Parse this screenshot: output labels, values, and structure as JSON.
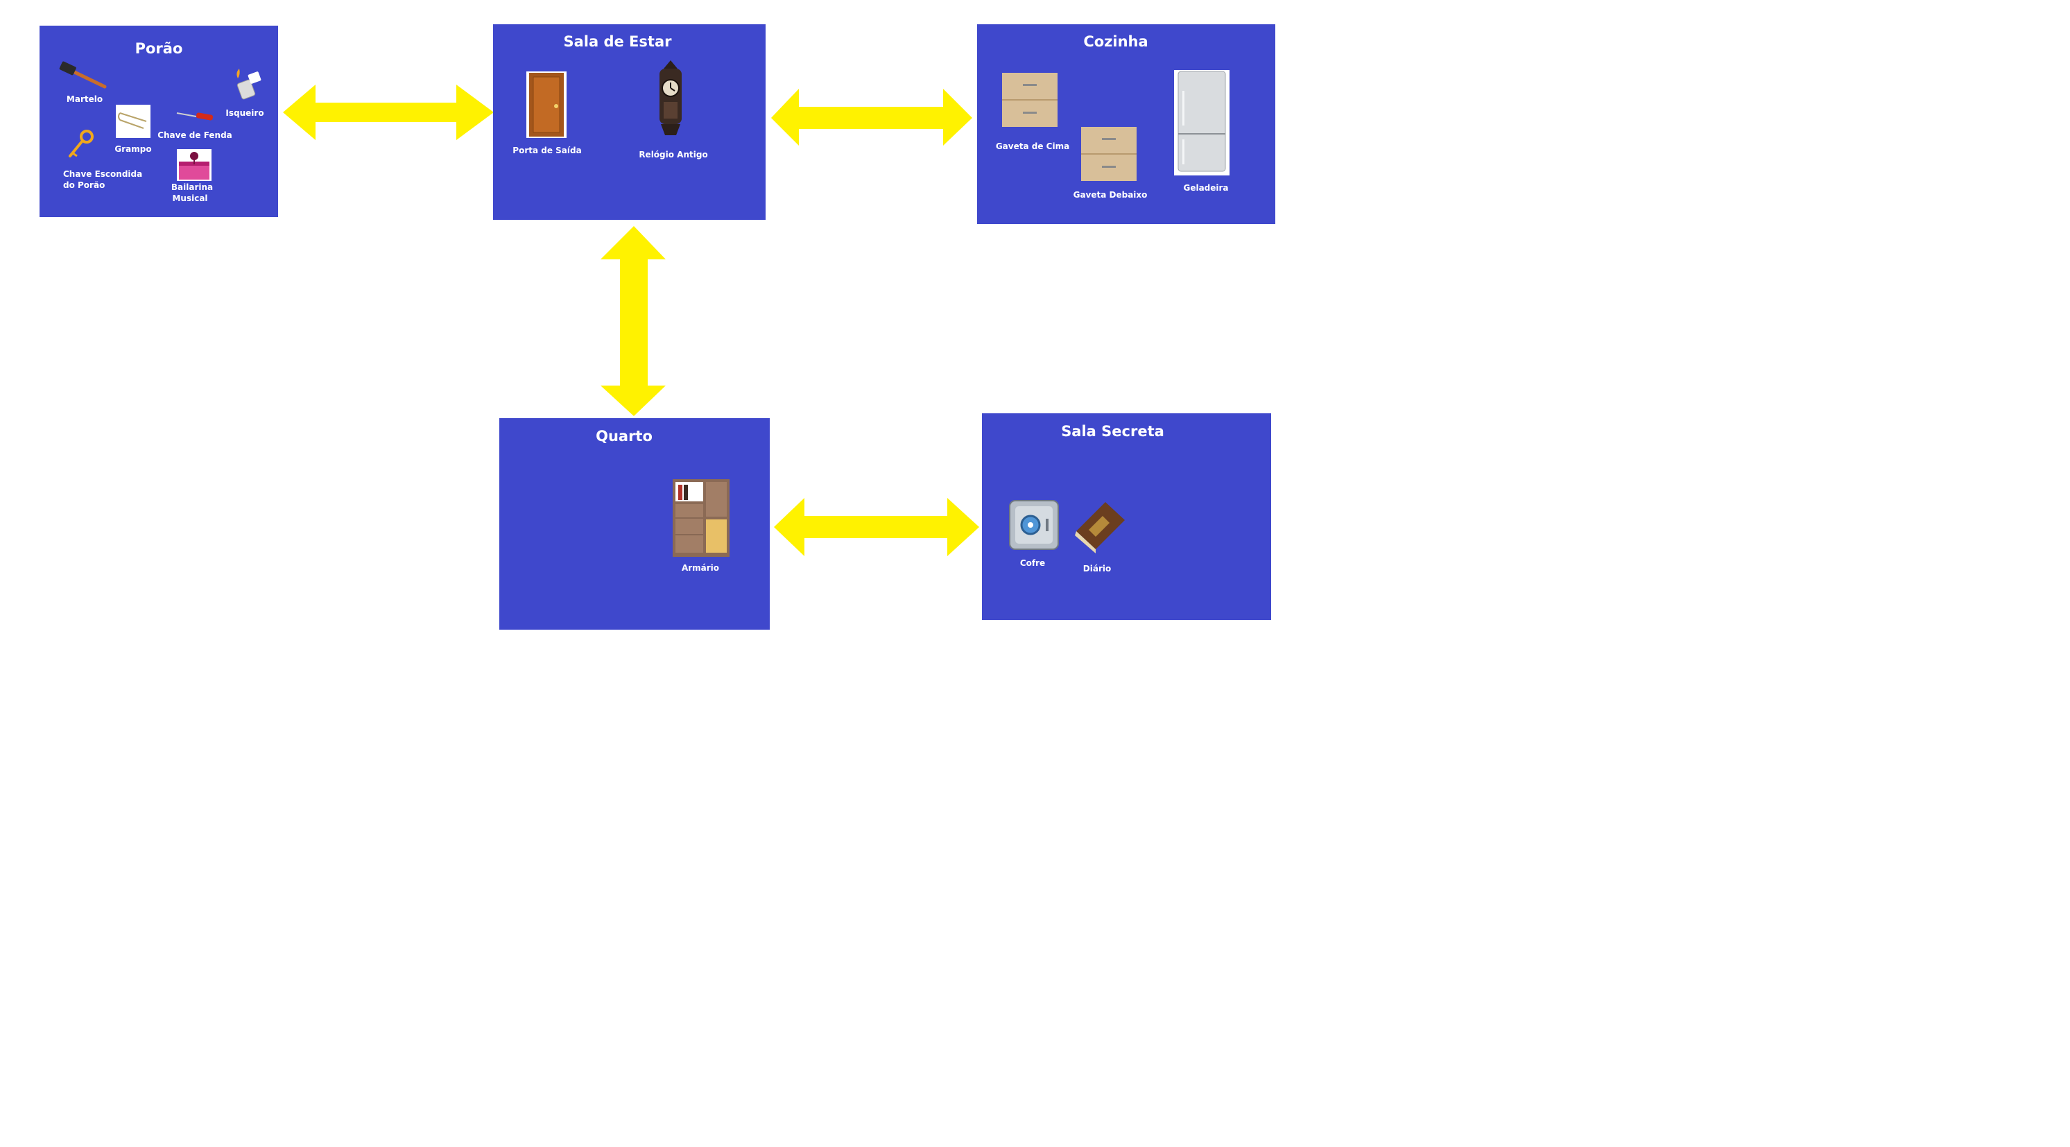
{
  "colors": {
    "room_fill": "#3f48cc",
    "room_text": "#ffffff",
    "connector": "#fff200",
    "background": "#ffffff"
  },
  "rooms": {
    "porao": {
      "title": "Porão",
      "items": {
        "martelo": {
          "label": "Martelo",
          "icon": "hammer-icon"
        },
        "grampo": {
          "label": "Grampo",
          "icon": "hairpin-icon"
        },
        "chave_de_fenda": {
          "label": "Chave de Fenda",
          "icon": "screwdriver-icon"
        },
        "isqueiro": {
          "label": "Isqueiro",
          "icon": "lighter-icon"
        },
        "chave_escondida": {
          "label_line1": "Chave Escondida",
          "label_line2": "do Porão",
          "icon": "key-icon"
        },
        "bailarina": {
          "label_line1": "Bailarina",
          "label_line2": "Musical",
          "icon": "music-box-icon"
        }
      }
    },
    "sala_de_estar": {
      "title": "Sala de Estar",
      "items": {
        "porta": {
          "label": "Porta de Saída",
          "icon": "door-icon"
        },
        "relogio": {
          "label": "Relógio Antigo",
          "icon": "antique-clock-icon"
        }
      }
    },
    "cozinha": {
      "title": "Cozinha",
      "items": {
        "gaveta_cima": {
          "label": "Gaveta de Cima",
          "icon": "drawer-icon"
        },
        "gaveta_debaixo": {
          "label": "Gaveta Debaixo",
          "icon": "drawer-icon"
        },
        "geladeira": {
          "label": "Geladeira",
          "icon": "refrigerator-icon"
        }
      }
    },
    "quarto": {
      "title": "Quarto",
      "items": {
        "armario": {
          "label": "Armário",
          "icon": "wardrobe-icon"
        }
      }
    },
    "sala_secreta": {
      "title": "Sala Secreta",
      "items": {
        "cofre": {
          "label": "Cofre",
          "icon": "safe-icon"
        },
        "diario": {
          "label": "Diário",
          "icon": "diary-icon"
        }
      }
    }
  },
  "connections": [
    {
      "from": "Porão",
      "to": "Sala de Estar",
      "direction": "bidirectional"
    },
    {
      "from": "Sala de Estar",
      "to": "Cozinha",
      "direction": "bidirectional"
    },
    {
      "from": "Sala de Estar",
      "to": "Quarto",
      "direction": "bidirectional"
    },
    {
      "from": "Quarto",
      "to": "Sala Secreta",
      "direction": "bidirectional"
    }
  ]
}
